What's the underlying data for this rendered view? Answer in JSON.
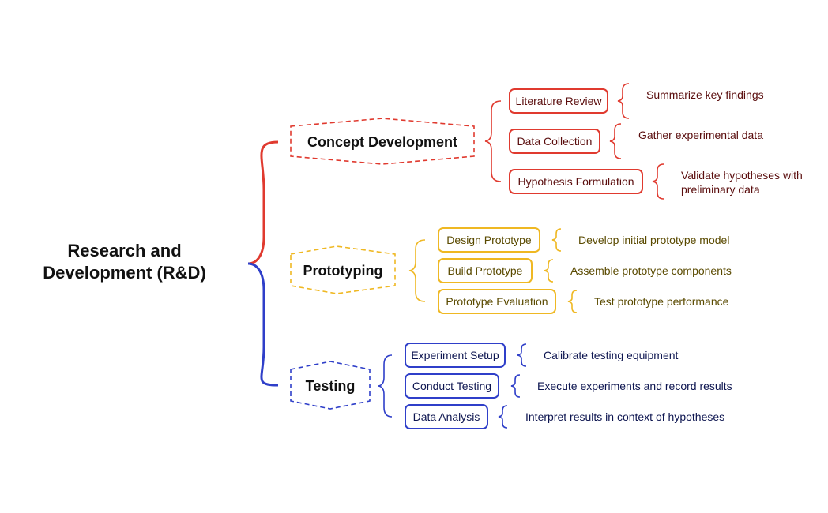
{
  "root": {
    "line1": "Research and",
    "line2": "Development (R&D)"
  },
  "branches": [
    {
      "label": "Concept Development",
      "color": "#e03a2f",
      "text_color": "#5a0d0d",
      "items": [
        {
          "label": "Literature Review",
          "leaf": "Summarize key findings"
        },
        {
          "label": "Data Collection",
          "leaf": "Gather experimental data"
        },
        {
          "label": "Hypothesis Formulation",
          "leaf_line1": "Validate hypotheses with",
          "leaf_line2": "preliminary data"
        }
      ]
    },
    {
      "label": "Prototyping",
      "color": "#efb823",
      "text_color": "#5a4a00",
      "items": [
        {
          "label": "Design Prototype",
          "leaf": "Develop initial prototype model"
        },
        {
          "label": "Build Prototype",
          "leaf": "Assemble prototype components"
        },
        {
          "label": "Prototype Evaluation",
          "leaf": "Test prototype performance"
        }
      ]
    },
    {
      "label": "Testing",
      "color": "#2f3fc9",
      "text_color": "#0d1550",
      "items": [
        {
          "label": "Experiment Setup",
          "leaf": "Calibrate testing equipment"
        },
        {
          "label": "Conduct Testing",
          "leaf": "Execute experiments and record results"
        },
        {
          "label": "Data Analysis",
          "leaf": "Interpret results in context of hypotheses"
        }
      ]
    }
  ]
}
